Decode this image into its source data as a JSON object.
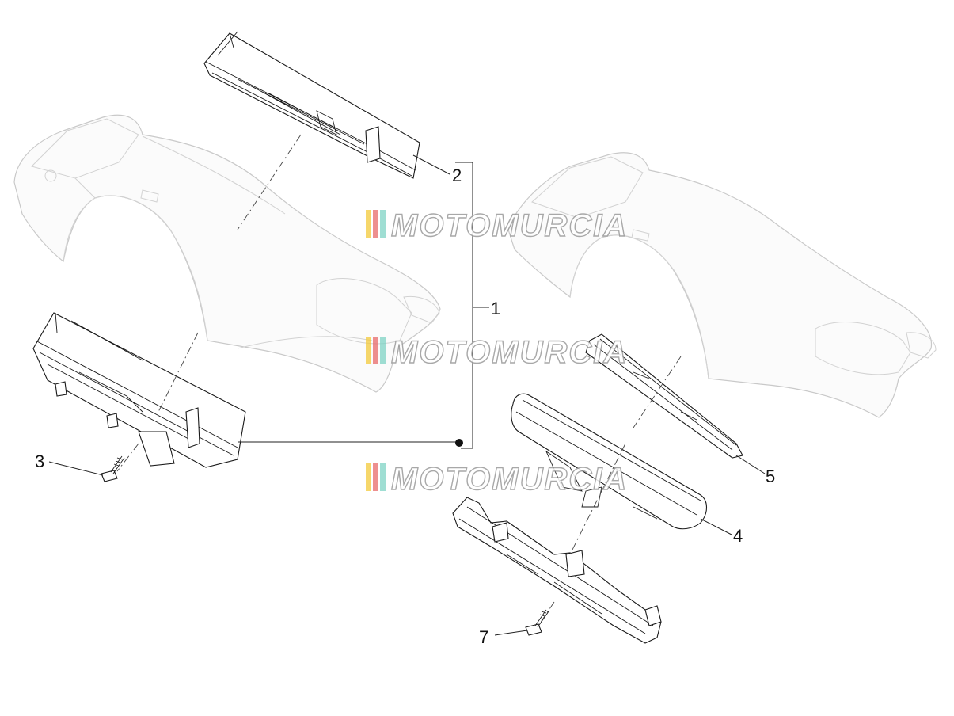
{
  "callouts": {
    "c1": "1",
    "c2": "2",
    "c3": "3",
    "c4": "4",
    "c5": "5",
    "c7": "7"
  },
  "watermark": {
    "text": "MOTOMURCIA",
    "stripe_colors": [
      "#f3c93a",
      "#e86a6a",
      "#7fd3c4"
    ]
  },
  "colors": {
    "line": "#1a1a1a",
    "ghost": "#c9c9c9"
  }
}
